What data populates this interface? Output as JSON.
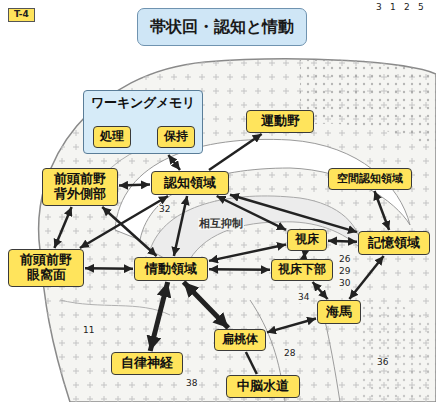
{
  "diagram": {
    "title": "帯状回・認知と情動",
    "nodes": [
      {
        "text": [
          "ワーキングメモリ"
        ]
      },
      {
        "text": [
          "処理"
        ],
        "in": 0
      },
      {
        "text": [
          "保持"
        ],
        "in": 0
      },
      {
        "text": [
          "運動野"
        ]
      },
      {
        "text": [
          "前頭前野 背外側部"
        ]
      },
      {
        "text": [
          "認知領域"
        ]
      },
      {
        "text": [
          "空間認知領域"
        ]
      },
      {
        "text": [
          "視床"
        ]
      },
      {
        "text": [
          "記憶領域"
        ]
      },
      {
        "text": [
          "前頭前野 眼窩面"
        ]
      },
      {
        "text": [
          "情動領域"
        ]
      },
      {
        "text": [
          "視床下部"
        ]
      },
      {
        "text": [
          "海馬"
        ]
      },
      {
        "text": [
          "扁桃体"
        ]
      },
      {
        "text": [
          "自律神経"
        ]
      },
      {
        "text": [
          "中脳水道"
        ]
      }
    ],
    "edges": [
      {
        "from": 1,
        "to": 2,
        "arrow": "both"
      },
      {
        "from": 0,
        "to": 5,
        "arrow": "both"
      },
      {
        "from": 5,
        "to": 3,
        "arrow": "to"
      },
      {
        "from": 4,
        "to": 5,
        "arrow": "both"
      },
      {
        "from": 4,
        "to": 10,
        "arrow": "both"
      },
      {
        "from": 4,
        "to": 9,
        "arrow": "both"
      },
      {
        "from": 9,
        "to": 10,
        "arrow": "both"
      },
      {
        "from": 9,
        "to": 5,
        "arrow": "both"
      },
      {
        "from": 5,
        "to": 10,
        "arrow": "both"
      },
      {
        "from": 5,
        "to": 7,
        "arrow": "both"
      },
      {
        "from": 5,
        "to": 8,
        "arrow": "both"
      },
      {
        "from": 6,
        "to": 8,
        "arrow": "both"
      },
      {
        "from": 10,
        "to": 7,
        "arrow": "both"
      },
      {
        "from": 10,
        "to": 11,
        "arrow": "both"
      },
      {
        "from": 7,
        "to": 8,
        "arrow": "both"
      },
      {
        "from": 11,
        "to": 12,
        "arrow": "both"
      },
      {
        "from": 12,
        "to": 8,
        "arrow": "both"
      },
      {
        "from": 13,
        "to": 10,
        "arrow": "both"
      },
      {
        "from": 13,
        "to": 12,
        "arrow": "both"
      },
      {
        "from": 14,
        "to": 10,
        "arrow": "both"
      },
      {
        "from": 13,
        "to": 15,
        "arrow": "none"
      },
      {
        "from": 7,
        "to": 11,
        "arrow": "both"
      }
    ],
    "labels": [
      "T-4",
      "相互抑制",
      "3",
      "1",
      "2",
      "5",
      "32",
      "11",
      "38",
      "34",
      "28",
      "26",
      "29",
      "30",
      "36"
    ]
  }
}
